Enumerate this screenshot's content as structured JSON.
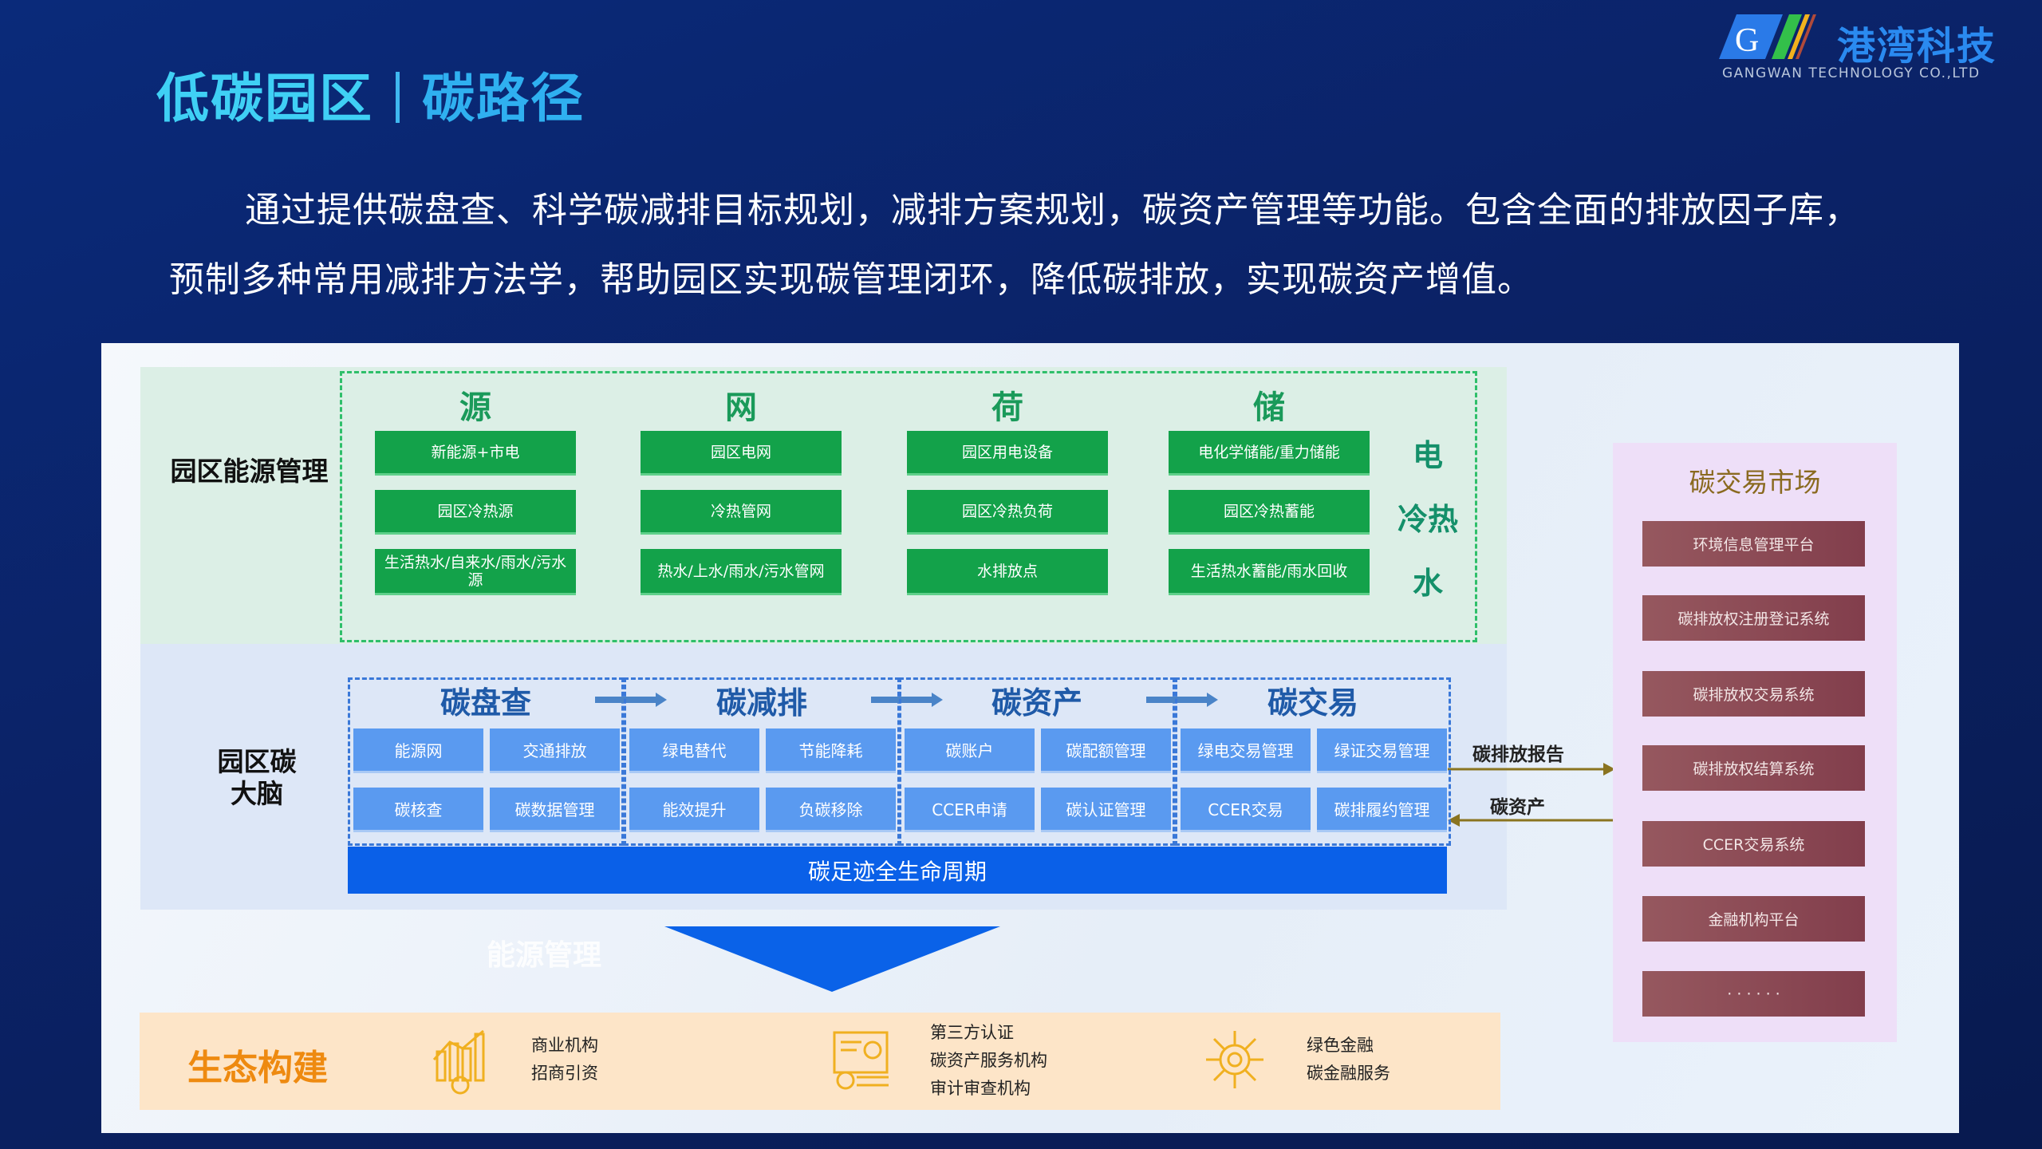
{
  "header": {
    "title_left": "低碳园区",
    "title_right": "碳路径",
    "logo_cn": "港湾科技",
    "logo_en": "GANGWAN TECHNOLOGY CO.,LTD"
  },
  "intro": "通过提供碳盘查、科学碳减排目标规划，减排方案规划，碳资产管理等功能。包含全面的排放因子库，预制多种常用减排方法学，帮助园区实现碳管理闭环，降低碳排放，实现碳资产增值。",
  "energy": {
    "label": "园区能源管理",
    "columns": [
      {
        "head": "源",
        "items": [
          "新能源+市电",
          "园区冷热源",
          "生活热水/自来水/雨水/污水源"
        ]
      },
      {
        "head": "网",
        "items": [
          "园区电网",
          "冷热管网",
          "热水/上水/雨水/污水管网"
        ]
      },
      {
        "head": "荷",
        "items": [
          "园区用电设备",
          "园区冷热负荷",
          "水排放点"
        ]
      },
      {
        "head": "储",
        "items": [
          "电化学储能/重力储能",
          "园区冷热蓄能",
          "生活热水蓄能/雨水回收"
        ]
      }
    ],
    "rows": [
      "电",
      "冷热",
      "水"
    ]
  },
  "brain": {
    "label": "园区碳大脑",
    "sections": [
      {
        "head": "碳盘查",
        "items": [
          "能源网",
          "交通排放",
          "碳核查",
          "碳数据管理"
        ]
      },
      {
        "head": "碳减排",
        "items": [
          "绿电替代",
          "节能降耗",
          "能效提升",
          "负碳移除"
        ]
      },
      {
        "head": "碳资产",
        "items": [
          "碳账户",
          "碳配额管理",
          "CCER申请",
          "碳认证管理"
        ]
      },
      {
        "head": "碳交易",
        "items": [
          "绿电交易管理",
          "绿证交易管理",
          "CCER交易",
          "碳排履约管理"
        ]
      }
    ],
    "footprint": "碳足迹全生命周期",
    "flow_out": "碳排放报告",
    "flow_in": "碳资产"
  },
  "arrow_label": "能源管理",
  "market": {
    "title": "碳交易市场",
    "items": [
      "环境信息管理平台",
      "碳排放权注册登记系统",
      "碳排放权交易系统",
      "碳排放权结算系统",
      "CCER交易系统",
      "金融机构平台",
      "· · · · · ·"
    ]
  },
  "eco": {
    "title": "生态构建",
    "groups": [
      {
        "icon": "business-growth-icon",
        "lines": [
          "商业机构",
          "招商引资"
        ]
      },
      {
        "icon": "certificate-icon",
        "lines": [
          "第三方认证",
          "碳资产服务机构",
          "审计审查机构"
        ]
      },
      {
        "icon": "finance-network-icon",
        "lines": [
          "绿色金融",
          "碳金融服务"
        ]
      }
    ]
  },
  "colors": {
    "green": "#13a24a",
    "blue": "#5a9af0",
    "footprint": "#0a60e8",
    "market": "#8a4650",
    "orange": "#ee8a10"
  }
}
